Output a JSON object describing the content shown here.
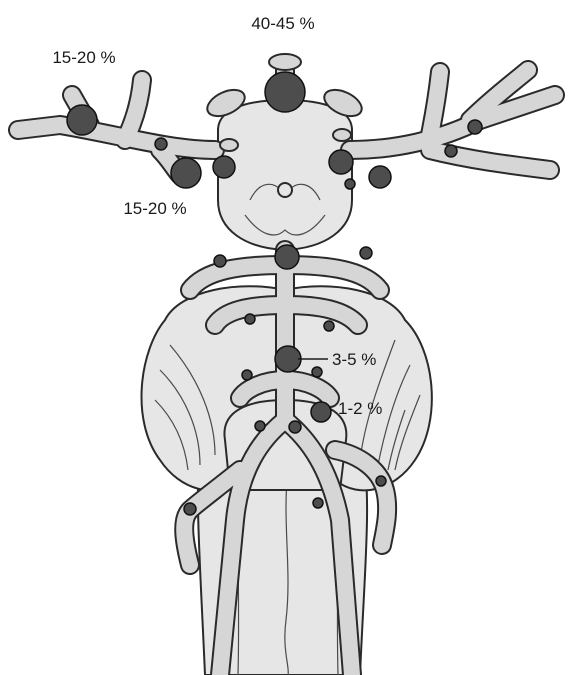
{
  "labels": {
    "acom": "40-45 %",
    "mca_left": "15-20 %",
    "ica_left": "15-20 %",
    "basilar_tip": "3-5 %",
    "vertebral": "1-2 %"
  },
  "colors": {
    "vessel_fill": "#d6d6d6",
    "tissue_fill": "#e6e6e6",
    "aneurysm_fill": "#4d4d4d",
    "outline": "#2a2a2a"
  }
}
